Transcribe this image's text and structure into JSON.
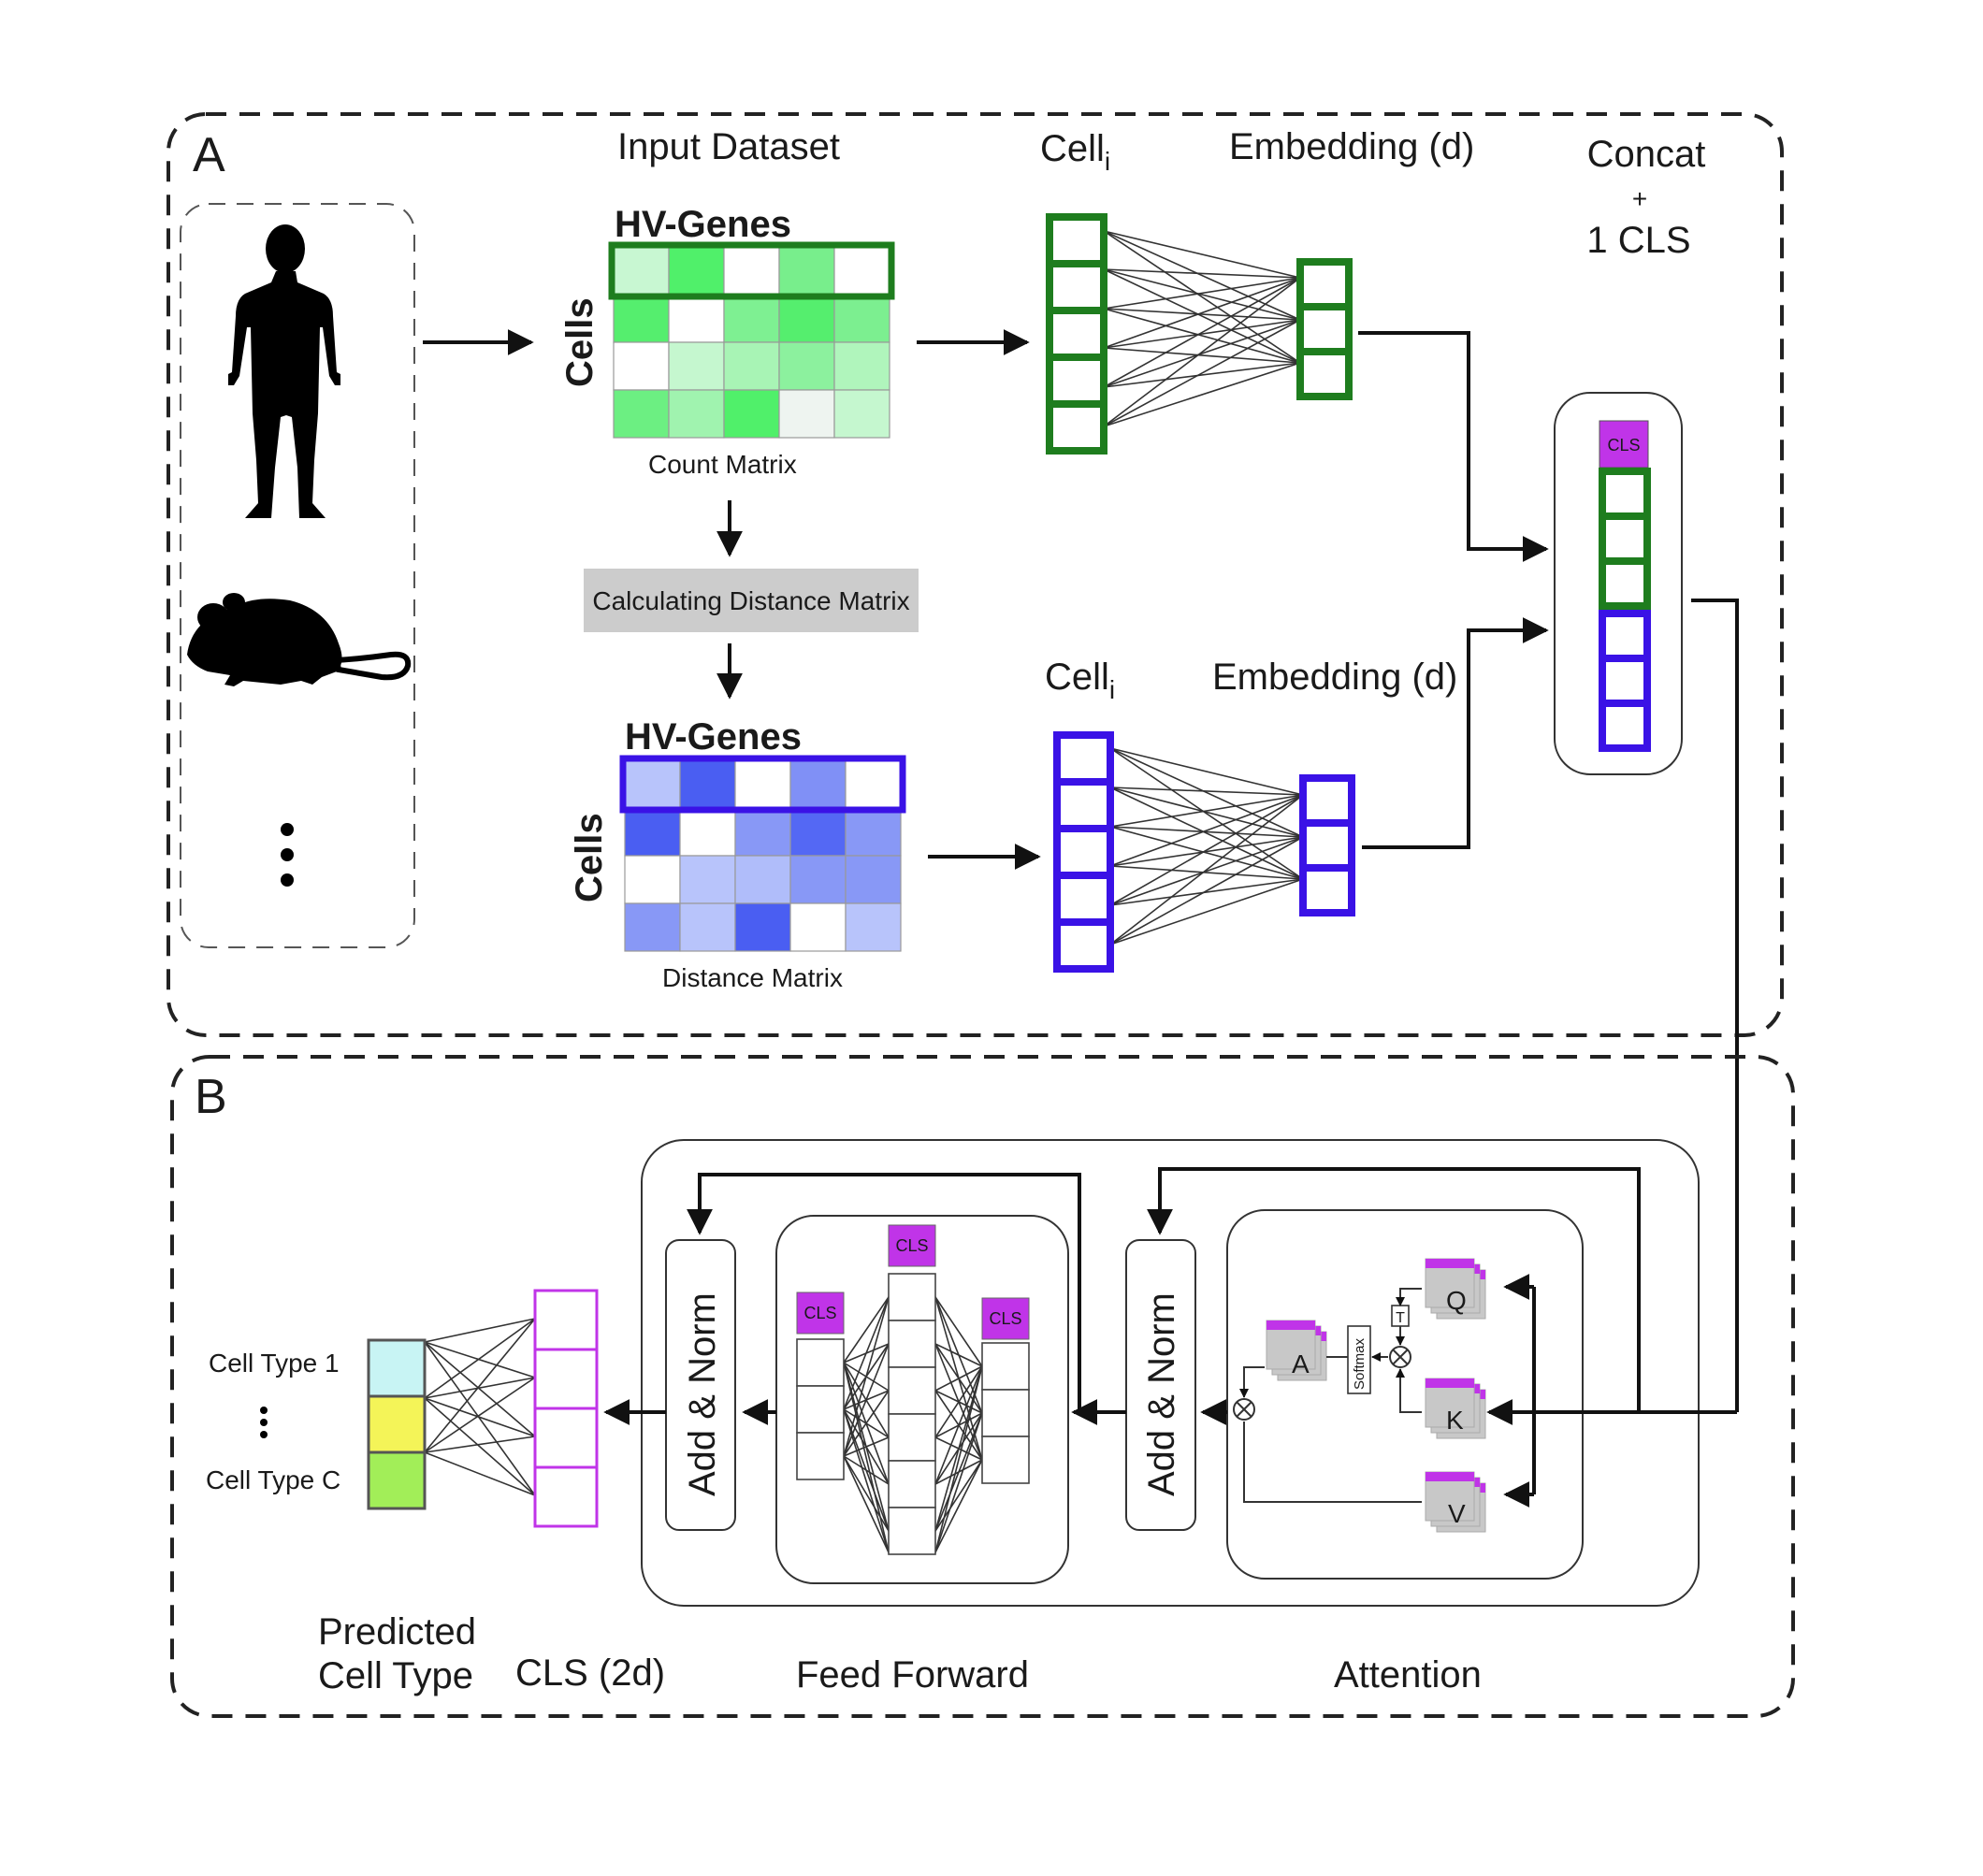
{
  "colors": {
    "green": "#1e7d1e",
    "blue": "#3a12e6",
    "magenta": "#c034e8",
    "cls_fill": "#c034e8",
    "gray_box": "#cccccc",
    "cell_type_1": "#c8f4f4",
    "cell_type_2": "#f4f458",
    "cell_type_3": "#a2ee58"
  },
  "panel_a": {
    "letter": "A",
    "input_dataset": "Input Dataset",
    "hv_genes": "HV-Genes",
    "cells": "Cells",
    "count_matrix": "Count Matrix",
    "calc_distance": "Calculating Distance Matrix",
    "distance_matrix": "Distance Matrix",
    "cell_label": "Cell",
    "cell_sub": "i",
    "embedding": "Embedding (d)",
    "concat_line1": "Concat",
    "concat_line2": "+",
    "concat_line3": "1 CLS",
    "cls": "CLS",
    "organisms": [
      "human-icon",
      "mouse-icon",
      "ellipsis-icon"
    ]
  },
  "panel_b": {
    "letter": "B",
    "add_norm": "Add & Norm",
    "cls": "CLS",
    "softmax": "Softmax",
    "transpose": "T",
    "q": "Q",
    "k": "K",
    "v": "V",
    "a": "A",
    "cell_type_1": "Cell Type 1",
    "cell_type_c": "Cell Type C",
    "predicted_line1": "Predicted",
    "predicted_line2": "Cell Type",
    "cls_2d": "CLS (2d)",
    "feed_forward": "Feed Forward",
    "attention": "Attention"
  },
  "count_matrix_cells": [
    [
      "#c8f7d2",
      "#50f06a",
      "#ffffff",
      "#78ee8c",
      "#ffffff"
    ],
    [
      "#55ee6e",
      "#ffffff",
      "#7ef092",
      "#55ee6e",
      "#7cef90"
    ],
    [
      "#ffffff",
      "#c5f7cf",
      "#a8f4b5",
      "#8cf19e",
      "#b0f5bc"
    ],
    [
      "#6cef82",
      "#a0f3af",
      "#50f06a",
      "#eef4f0",
      "#c5f7cf"
    ]
  ],
  "distance_matrix_cells": [
    [
      "#b8c4fb",
      "#4a5ef2",
      "#ffffff",
      "#8090f6",
      "#ffffff"
    ],
    [
      "#4a5ef2",
      "#ffffff",
      "#8898f6",
      "#5468f4",
      "#8898f6"
    ],
    [
      "#ffffff",
      "#b8c4fb",
      "#b0bdfa",
      "#8898f6",
      "#8898f6"
    ],
    [
      "#8898f6",
      "#b8c4fb",
      "#4a5ef2",
      "#ffffff",
      "#b8c4fb"
    ]
  ]
}
